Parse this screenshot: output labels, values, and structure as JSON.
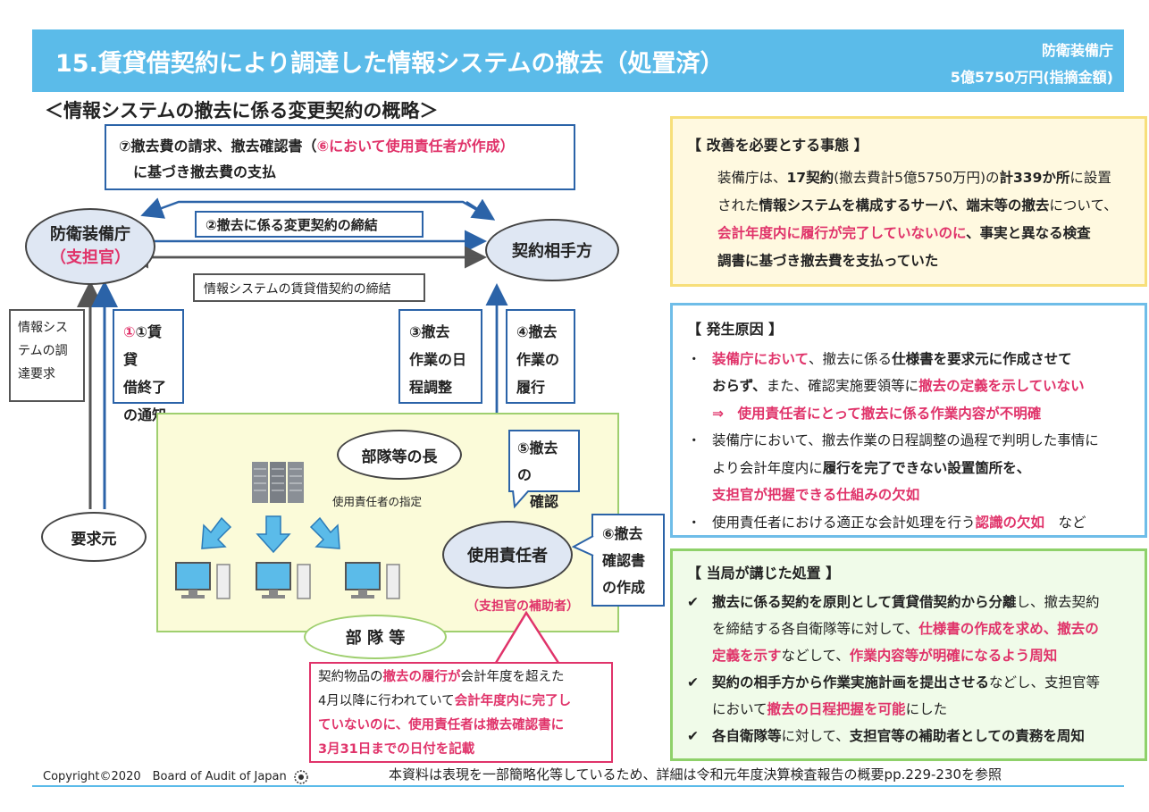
{
  "header": {
    "title": "15.賃貸借契約により調達した情報システムの撤去（処置済）",
    "agency": "防衛装備庁",
    "amount": "5億5750万円(指摘金額)"
  },
  "subtitle": "＜情報システムの撤去に係る変更契約の概略＞",
  "diagram": {
    "box7_line1a": "⑦撤去費の請求、撤去確認書（",
    "box7_line1b": "⑥において使用責任者が作成）",
    "box7_line2": "に基づき撤去費の支払",
    "box2": "②撤去に係る変更契約の締結",
    "rental_contract": "情報システムの賃貸借契約の締結",
    "agency_name": "防衛装備庁",
    "agency_role": "（支担官）",
    "contractor": "契約相手方",
    "procure_req": [
      "情報シス",
      "テムの調",
      "達要求"
    ],
    "box1": [
      "①賃貸",
      "借終了",
      "の通知"
    ],
    "box3": [
      "③撤去",
      "作業の日",
      "程調整"
    ],
    "box4": [
      "④撤去",
      "作業の",
      "履行"
    ],
    "box5": [
      "⑤撤去の",
      "確認"
    ],
    "box6": [
      "⑥撤去",
      "確認書",
      "の作成"
    ],
    "unit_head": "部隊等の長",
    "designation": "使用責任者の指定",
    "user_manager": "使用責任者",
    "assistant": "（支担官の補助者）",
    "requester": "要求元",
    "units": "部 隊 等",
    "note_l1a": "契約物品の",
    "note_l1b": "撤去の履行が",
    "note_l1c": "会計年度を超えた",
    "note_l2a": "4月以降に行われていて",
    "note_l2b": "会計年度内に完了し",
    "note_l3": "ていないのに、使用責任者は撤去確認書に",
    "note_l4": "3月31日までの日付を記載"
  },
  "panel1": {
    "heading": "【 改善を必要とする事態 】",
    "p1a": "装備庁は、",
    "p1b": "17契約",
    "p1c": "(撤去費計5億5750万円)の",
    "p1d": "計339か所",
    "p1e": "に設置",
    "p2a": "された",
    "p2b": "情報システムを構成するサーバ、端末等の撤去",
    "p2c": "について、",
    "p3a": "会計年度内に履行が完了していないのに",
    "p3b": "、事実と異なる検査",
    "p4": "調書に基づき撤去費を支払っていた"
  },
  "panel2": {
    "heading": "【 発生原因 】",
    "b1a": "装備庁において",
    "b1b": "、撤去に係る",
    "b1c": "仕様書を要求元に作成させて",
    "b1d": "おらず、",
    "b1e": "また、確認実施要領等に",
    "b1f": "撤去の定義を示していない",
    "b1g": "⇒　使用責任者にとって撤去に係る作業内容が不明確",
    "b2a": "装備庁において、撤去作業の日程調整の過程で判明した事情に",
    "b2b": "より会計年度内に",
    "b2c": "履行を完了できない設置箇所を、",
    "b2d": "支担官が把握できる仕組みの欠如",
    "b3a": "使用責任者における適正な会計処理を行う",
    "b3b": "認識の欠如",
    "b3c": "　など",
    "dot": "・"
  },
  "panel3": {
    "heading": "【 当局が講じた処置 】",
    "check": "✔",
    "c1a": "撤去に係る契約を原則として賃貸借契約から分離",
    "c1b": "し、撤去契約",
    "c1c": "を締結する各自衛隊等に対して、",
    "c1d": "仕様書の作成を求め、撤去の",
    "c1e": "定義を示す",
    "c1f": "などして、",
    "c1g": "作業内容等が明確になるよう周知",
    "c2a": "契約の相手方から作業実施計画を提出させる",
    "c2b": "などし、支担官等",
    "c2c": "において",
    "c2d": "撤去の日程把握を可能",
    "c2e": "にした",
    "c3a": "各自衛隊等",
    "c3b": "に対して、",
    "c3c": "支担官等の補助者としての責務を周知"
  },
  "footer": {
    "copyright": "Copyright©2020　Board of Audit of Japan",
    "note": "本資料は表現を一部簡略化等しているため、詳細は令和元年度決算検査報告の概要pp.229-230を参照"
  },
  "colors": {
    "header": "#5bbbe9",
    "accent_pink": "#e0336a",
    "blue_line": "#2b63a8"
  }
}
